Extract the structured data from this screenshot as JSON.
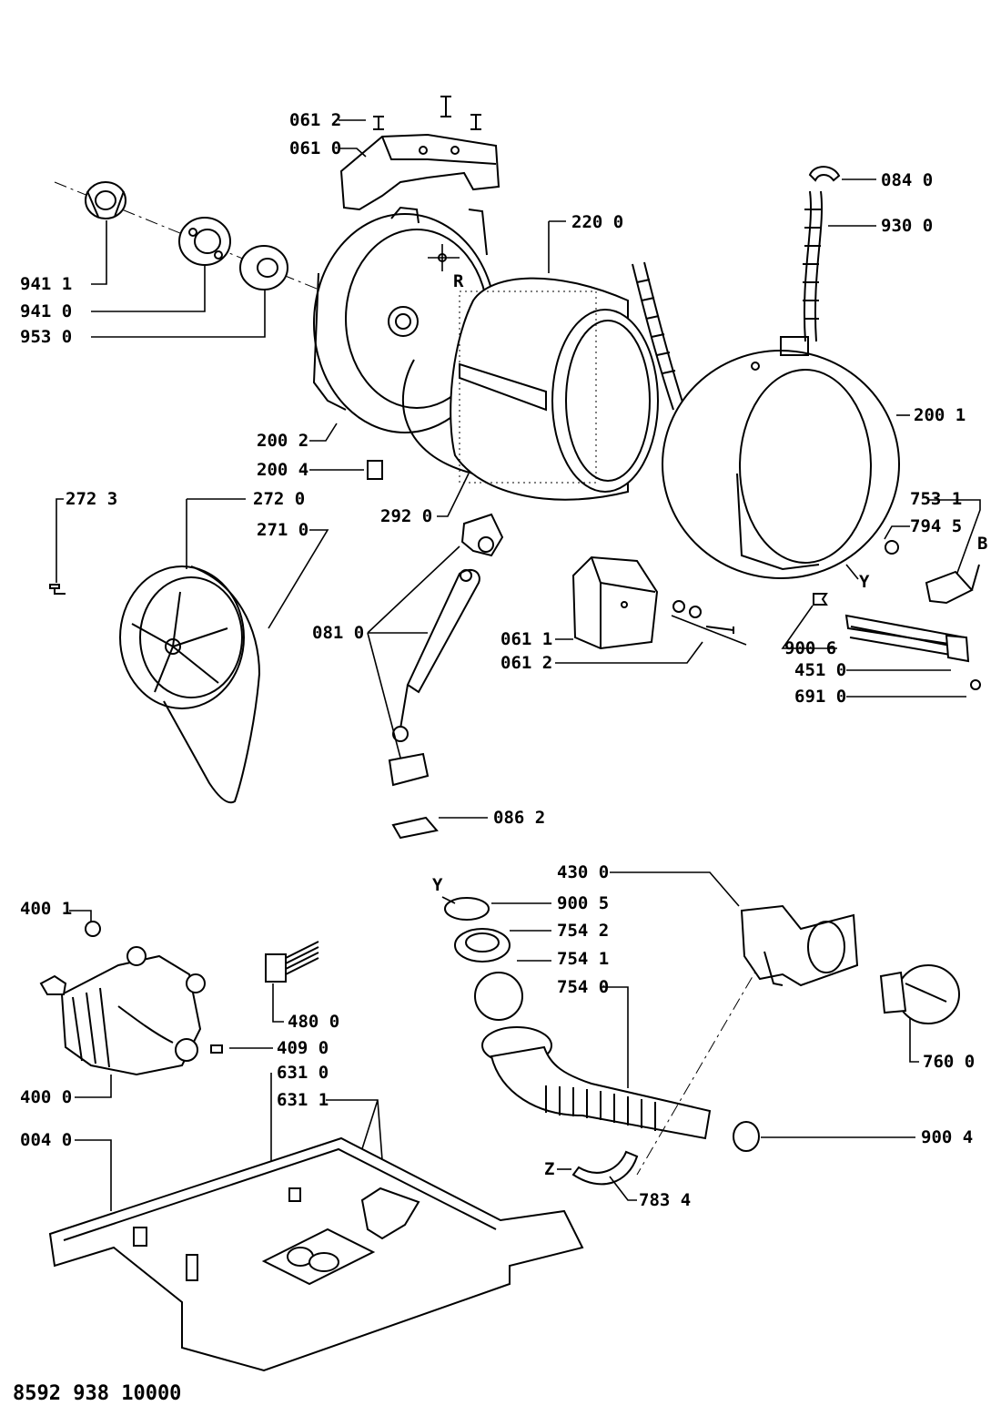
{
  "document_number": "8592 938 10000",
  "labels": {
    "p0612_top": "061 2",
    "p0610": "061 0",
    "p0840": "084 0",
    "p9300": "930 0",
    "p2200": "220 0",
    "p9411": "941 1",
    "p9410": "941 0",
    "p9530": "953 0",
    "letter_r": "R",
    "p2001": "200 1",
    "p2002": "200 2",
    "p2004": "200 4",
    "p2723": "272 3",
    "p2720": "272 0",
    "p2710": "271 0",
    "p2920": "292 0",
    "p7531": "753 1",
    "p7945": "794 5",
    "letter_b": "B",
    "letter_y_top": "Y",
    "p0811": "061 1",
    "p0612_mid": "061 2",
    "p0810": "081 0",
    "p9006": "900 6",
    "p4510": "451 0",
    "p6910": "691 0",
    "p0862": "086 2",
    "p4300": "430 0",
    "letter_y_bottom": "Y",
    "p9005": "900 5",
    "p7542": "754 2",
    "p7541": "754 1",
    "p7540": "754 0",
    "p4001": "400 1",
    "p4800": "480 0",
    "p4090": "409 0",
    "p4000": "400 0",
    "p6310": "631 0",
    "p6311": "631 1",
    "p0040": "004 0",
    "p7600": "760 0",
    "p9004": "900 4",
    "letter_z": "Z",
    "p7834": "783 4"
  }
}
